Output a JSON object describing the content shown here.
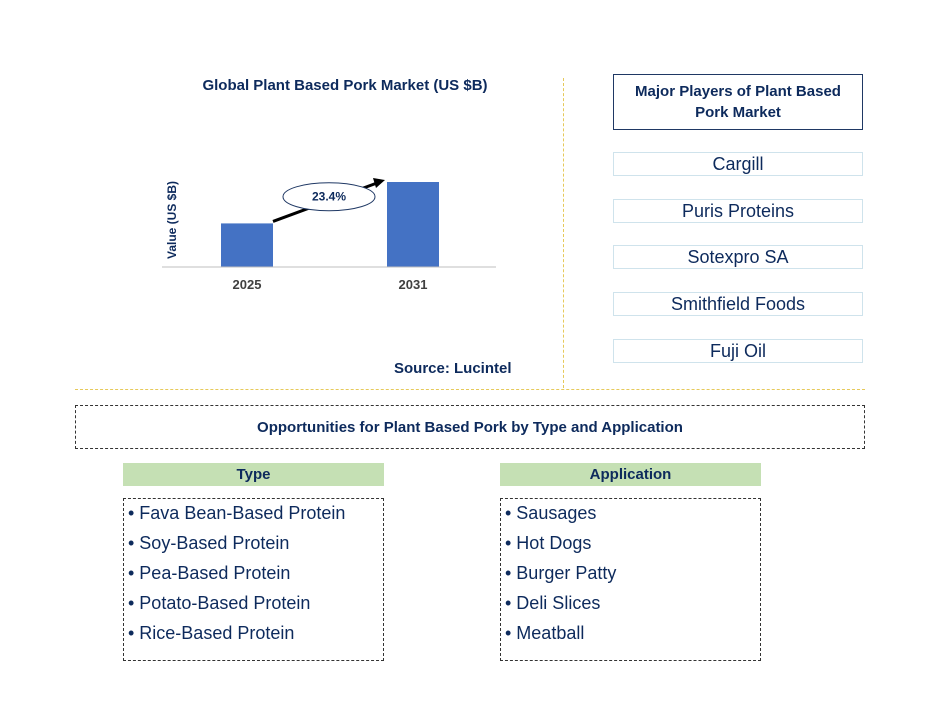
{
  "chart_data": {
    "type": "bar",
    "title": "Global Plant Based Pork Market (US $B)",
    "ylabel": "Value (US $B)",
    "categories": [
      "2025",
      "2031"
    ],
    "values": [
      1.0,
      1.95
    ],
    "annotations": [
      {
        "text": "23.4%",
        "from": "2025",
        "to": "2031",
        "shape": "ellipse-arrow"
      }
    ],
    "source": "Source: Lucintel",
    "colors": {
      "bar": "#4472c4",
      "axis": "#bfbfbf",
      "arrow": "#000000"
    }
  },
  "players": {
    "title": "Major Players of Plant Based Pork Market",
    "items": [
      "Cargill",
      "Puris Proteins",
      "Sotexpro SA",
      "Smithfield Foods",
      "Fuji Oil"
    ]
  },
  "opportunities": {
    "title": "Opportunities for Plant Based Pork by Type and Application",
    "type": {
      "header": "Type",
      "items": [
        "• Fava Bean-Based Protein",
        "• Soy-Based Protein",
        "• Pea-Based Protein",
        "• Potato-Based Protein",
        "• Rice-Based Protein"
      ]
    },
    "application": {
      "header": "Application",
      "items": [
        "• Sausages",
        "• Hot Dogs",
        "• Burger Patty",
        "• Deli Slices",
        "• Meatball"
      ]
    }
  }
}
